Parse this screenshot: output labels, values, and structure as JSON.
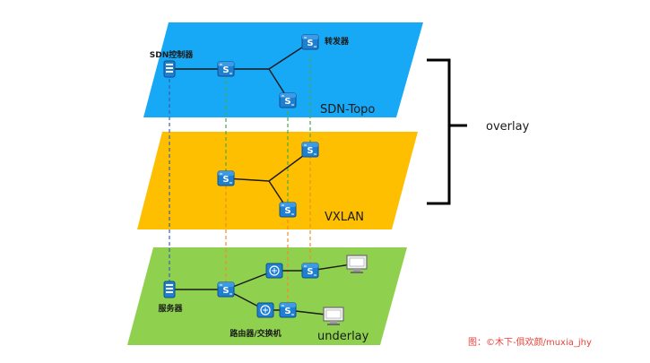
{
  "layers": {
    "top": {
      "label": "SDN-Topo",
      "color": "#17a9f5"
    },
    "middle": {
      "label": "VXLAN",
      "color": "#fdbf00"
    },
    "bottom": {
      "label": "underlay",
      "color": "#8fd14f"
    }
  },
  "labels": {
    "controller": "SDN控制器",
    "forwarder": "转发器",
    "server": "服务器",
    "router_switch": "路由器/交换机",
    "overlay": "overlay"
  },
  "switch_glyph": "S",
  "credit": "图：©木下-俱欢颜/muxia_jhy",
  "colors": {
    "link": "#1a1a1a",
    "dash_blue": "#3b5fb5",
    "dash_orange": "#f28c28",
    "dash_green": "#4aa84a",
    "device": "#1f7fd1"
  }
}
